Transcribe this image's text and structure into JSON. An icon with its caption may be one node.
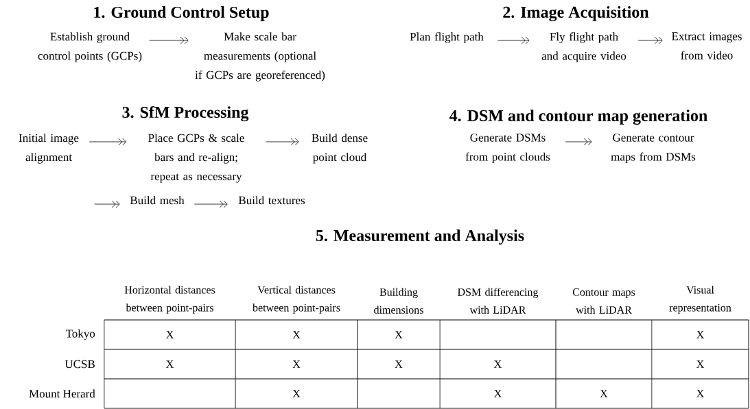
{
  "diagram": {
    "nodes": [
      {
        "text": [
          "Establish ground control points (GCPs)"
        ]
      },
      {
        "text": [
          "Make scale bar measurements (optional if GCPs are georeferenced)"
        ]
      },
      {
        "text": [
          "Plan flight path"
        ]
      },
      {
        "text": [
          "Fly flight path and acquire video"
        ]
      },
      {
        "text": [
          "Extract images from video"
        ]
      },
      {
        "text": [
          "Initial image alignment"
        ]
      },
      {
        "text": [
          "Place GCPs & scale bars and re-align; repeat as necessary"
        ]
      },
      {
        "text": [
          "Build dense point cloud"
        ]
      },
      {
        "text": [
          "Build mesh"
        ]
      },
      {
        "text": [
          "Build textures"
        ]
      },
      {
        "text": [
          "Generate DSMs from point clouds"
        ]
      },
      {
        "text": [
          "Generate contour maps from DSMs"
        ]
      }
    ],
    "edges": [
      {
        "from": 0,
        "to": 1,
        "arrow": "to"
      },
      {
        "from": 2,
        "to": 3,
        "arrow": "to"
      },
      {
        "from": 3,
        "to": 4,
        "arrow": "to"
      },
      {
        "from": 5,
        "to": 6,
        "arrow": "to"
      },
      {
        "from": 6,
        "to": 7,
        "arrow": "to"
      },
      {
        "from": null,
        "to": 8,
        "arrow": "to"
      },
      {
        "from": 8,
        "to": 9,
        "arrow": "to"
      },
      {
        "from": 10,
        "to": 11,
        "arrow": "to"
      }
    ],
    "labels": [
      "1. Ground Control Setup",
      "2. Image Acquisition",
      "3. SfM Processing",
      "4. DSM and contour map generation",
      "5. Measurement and Analysis",
      "Horizontal distances between point-pairs",
      "Vertical distances between point-pairs",
      "Building dimensions",
      "DSM differencing with LiDAR",
      "Contour maps with LiDAR",
      "Visual representation",
      "Tokyo",
      "X",
      "X",
      "X",
      "X",
      "UCSB",
      "X",
      "X",
      "X",
      "X",
      "X",
      "Mount Herard",
      "X",
      "X",
      "X",
      "X"
    ]
  }
}
